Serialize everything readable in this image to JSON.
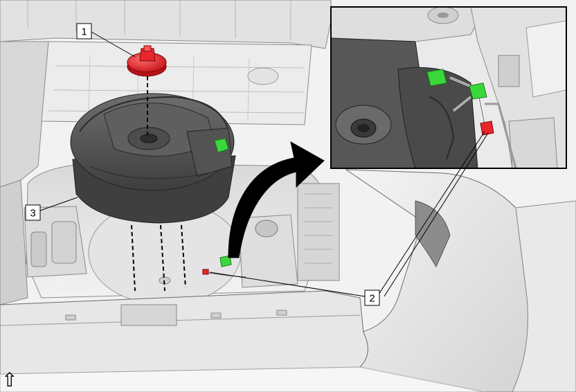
{
  "callouts": [
    {
      "id": "c1",
      "label": "1"
    },
    {
      "id": "c2",
      "label": "2"
    },
    {
      "id": "c3",
      "label": "3"
    }
  ],
  "orientation_icon": "up-arrow-icon",
  "orientation_glyph": "⇧",
  "colors": {
    "part_red": "#e8262b",
    "connector_green": "#3bd83b",
    "line": "#000000",
    "body_light": "#e6e6e6",
    "body_mid": "#cfcfcf",
    "body_dark": "#5a5a5a",
    "unit_dark": "#4a4a4a"
  }
}
